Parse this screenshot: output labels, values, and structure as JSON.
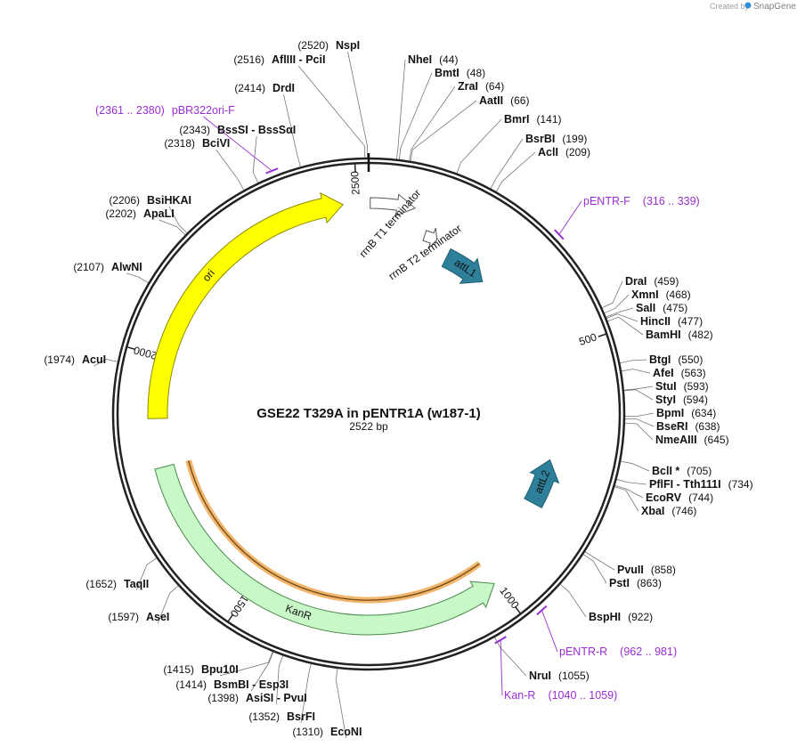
{
  "credit": {
    "prefix": "Created by",
    "brand": "SnapGene",
    "logo_icon": "snapgene-logo-icon"
  },
  "plasmid": {
    "name": "GSE22 T329A in pENTR1A (w187-1)",
    "length_label": "2522 bp",
    "length": 2522
  },
  "ticks": [
    {
      "pos": 500,
      "label": "500"
    },
    {
      "pos": 1000,
      "label": "1000"
    },
    {
      "pos": 1500,
      "label": "1500"
    },
    {
      "pos": 2000,
      "label": "2000"
    },
    {
      "pos": 2500,
      "label": "2500"
    }
  ],
  "features": [
    {
      "name": "ori",
      "start": 1883,
      "end": 2473,
      "direction": "forward",
      "color": "#ffff00",
      "stroke": "#8a8a00",
      "label": "ori"
    },
    {
      "name": "rrnB-T1",
      "start": 2525,
      "end": 2611,
      "direction": "forward",
      "color": "#ffffff",
      "stroke": "#555555",
      "label": "rrnB T1 terminator"
    },
    {
      "name": "rrnB-T2",
      "start": 2644,
      "end": 2672,
      "direction": "forward",
      "color": "#ffffff",
      "stroke": "#555555",
      "label": "rrnB T2 terminator"
    },
    {
      "name": "attL1",
      "start": 2707,
      "end": 2807,
      "direction": "forward",
      "color": "#2e7f99",
      "stroke": "#1e5f73",
      "label": "attL1"
    },
    {
      "name": "attL2",
      "start": 730,
      "end": 830,
      "direction": "reverse",
      "color": "#2e7f99",
      "stroke": "#1e5f73",
      "label": "attL2"
    },
    {
      "name": "KanR",
      "start": 1005,
      "end": 1790,
      "direction": "reverse",
      "color": "#c8f7c8",
      "stroke": "#4a8a4a",
      "label": "KanR"
    }
  ],
  "primers": [
    {
      "name": "pBR322ori-F",
      "label": "pBR322ori-F",
      "range": "(2361 .. 2380)",
      "site": 2370,
      "radius": 263
    },
    {
      "name": "pENTR-F",
      "label": "pENTR-F",
      "range": "(316 .. 339)",
      "site": 327,
      "radius": 263
    },
    {
      "name": "pENTR-R",
      "label": "pENTR-R",
      "range": "(962 .. 981)",
      "site": 971,
      "radius": 263
    },
    {
      "name": "Kan-R",
      "label": "Kan-R",
      "range": "(1040 .. 1059)",
      "site": 1049,
      "radius": 263
    }
  ],
  "enzymes": [
    {
      "site": 2520,
      "name": "NspI",
      "pos": "(2520)",
      "side": "left"
    },
    {
      "site": 2516,
      "name": "AflIII  - PciI",
      "pos": "(2516)",
      "side": "left"
    },
    {
      "site": 2414,
      "name": "DrdI",
      "pos": "(2414)",
      "side": "left"
    },
    {
      "site": 2343,
      "name": "BssSI  - BssSαI",
      "pos": "(2343)",
      "side": "left"
    },
    {
      "site": 2318,
      "name": "BciVI",
      "pos": "(2318)",
      "side": "left"
    },
    {
      "site": 2206,
      "name": "BsiHKAI",
      "pos": "(2206)",
      "side": "left"
    },
    {
      "site": 2202,
      "name": "ApaLI",
      "pos": "(2202)",
      "side": "left"
    },
    {
      "site": 2107,
      "name": "AlwNI",
      "pos": "(2107)",
      "side": "left"
    },
    {
      "site": 1974,
      "name": "AcuI",
      "pos": "(1974)",
      "side": "left"
    },
    {
      "site": 1652,
      "name": "TaqII",
      "pos": "(1652)",
      "side": "left"
    },
    {
      "site": 1597,
      "name": "AseI",
      "pos": "(1597)",
      "side": "left"
    },
    {
      "site": 1415,
      "name": "Bpu10I",
      "pos": "(1415)",
      "side": "left"
    },
    {
      "site": 1414,
      "name": "BsmBI  - Esp3I",
      "pos": "(1414)",
      "side": "left"
    },
    {
      "site": 1398,
      "name": "AsiSI  - PvuI",
      "pos": "(1398)",
      "side": "left"
    },
    {
      "site": 1352,
      "name": "BsrFI",
      "pos": "(1352)",
      "side": "left"
    },
    {
      "site": 1310,
      "name": "EcoNI",
      "pos": "(1310)",
      "side": "left"
    },
    {
      "site": 44,
      "name": "NheI",
      "pos": "(44)",
      "side": "right"
    },
    {
      "site": 48,
      "name": "BmtI",
      "pos": "(48)",
      "side": "right"
    },
    {
      "site": 64,
      "name": "ZraI",
      "pos": "(64)",
      "side": "right"
    },
    {
      "site": 66,
      "name": "AatII",
      "pos": "(66)",
      "side": "right"
    },
    {
      "site": 141,
      "name": "BmrI",
      "pos": "(141)",
      "side": "right"
    },
    {
      "site": 199,
      "name": "BsrBI",
      "pos": "(199)",
      "side": "right"
    },
    {
      "site": 209,
      "name": "AclI",
      "pos": "(209)",
      "side": "right"
    },
    {
      "site": 459,
      "name": "DraI",
      "pos": "(459)",
      "side": "right"
    },
    {
      "site": 468,
      "name": "XmnI",
      "pos": "(468)",
      "side": "right"
    },
    {
      "site": 475,
      "name": "SalI",
      "pos": "(475)",
      "side": "right"
    },
    {
      "site": 477,
      "name": "HincII",
      "pos": "(477)",
      "side": "right"
    },
    {
      "site": 482,
      "name": "BamHI",
      "pos": "(482)",
      "side": "right"
    },
    {
      "site": 550,
      "name": "BtgI",
      "pos": "(550)",
      "side": "right"
    },
    {
      "site": 563,
      "name": "AfeI",
      "pos": "(563)",
      "side": "right"
    },
    {
      "site": 593,
      "name": "StuI",
      "pos": "(593)",
      "side": "right"
    },
    {
      "site": 594,
      "name": "StyI",
      "pos": "(594)",
      "side": "right"
    },
    {
      "site": 634,
      "name": "BpmI",
      "pos": "(634)",
      "side": "right"
    },
    {
      "site": 638,
      "name": "BseRI",
      "pos": "(638)",
      "side": "right"
    },
    {
      "site": 645,
      "name": "NmeAIII",
      "pos": "(645)",
      "side": "right"
    },
    {
      "site": 705,
      "name": "BclI *",
      "pos": "(705)",
      "side": "right"
    },
    {
      "site": 734,
      "name": "PflFI  - Tth111I",
      "pos": "(734)",
      "side": "right"
    },
    {
      "site": 744,
      "name": "EcoRV",
      "pos": "(744)",
      "side": "right"
    },
    {
      "site": 746,
      "name": "XbaI",
      "pos": "(746)",
      "side": "right"
    },
    {
      "site": 858,
      "name": "PvuII",
      "pos": "(858)",
      "side": "right"
    },
    {
      "site": 863,
      "name": "PstI",
      "pos": "(863)",
      "side": "right"
    },
    {
      "site": 922,
      "name": "BspHI",
      "pos": "(922)",
      "side": "right"
    },
    {
      "site": 1055,
      "name": "NruI",
      "pos": "(1055)",
      "side": "right"
    }
  ]
}
